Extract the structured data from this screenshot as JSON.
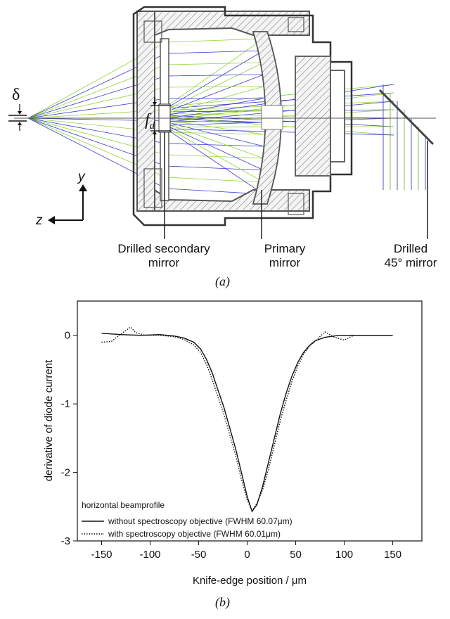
{
  "panel_a": {
    "label": "(a)",
    "delta_symbol": "δ",
    "focal_symbol": "f",
    "focal_subscript": "d",
    "axis_y": "y",
    "axis_z": "z",
    "callouts": [
      {
        "line1": "Drilled secondary",
        "line2": "mirror"
      },
      {
        "line1": "Primary",
        "line2": "mirror"
      },
      {
        "line1": "Drilled",
        "line2": "45° mirror"
      }
    ],
    "colors": {
      "ray_green": "#8fd43a",
      "ray_blue": "#3a3ad0",
      "housing": "#555555",
      "hatch": "#9a9a9a"
    }
  },
  "panel_b": {
    "label": "(b)",
    "chart_data": {
      "type": "line",
      "xlabel": "Knife-edge position / μm",
      "ylabel": "derivative of diode current",
      "xlim": [
        -175,
        180
      ],
      "ylim": [
        -3,
        0.5
      ],
      "xticks": [
        -150,
        -100,
        -50,
        0,
        50,
        100,
        150
      ],
      "yticks": [
        0,
        -1,
        -2,
        -3
      ],
      "xtick_labels": [
        "-150",
        "-100",
        "-50",
        "0",
        "50",
        "100",
        "150"
      ],
      "ytick_labels": [
        "0",
        "-1",
        "-2",
        "-3"
      ],
      "legend_title": "horizontal beamprofile",
      "legend_position": "bottom-left",
      "series": [
        {
          "name": "without spectroscopy objective (FWHM 60.07μm)",
          "style": "solid",
          "x": [
            -150,
            -130,
            -110,
            -90,
            -75,
            -65,
            -55,
            -48,
            -42,
            -36,
            -30,
            -24,
            -18,
            -12,
            -6,
            0,
            5,
            10,
            16,
            22,
            28,
            34,
            40,
            46,
            52,
            58,
            64,
            70,
            80,
            95,
            110,
            130,
            150
          ],
          "y": [
            0.03,
            0.01,
            0.0,
            0.01,
            -0.01,
            -0.04,
            -0.1,
            -0.2,
            -0.35,
            -0.55,
            -0.8,
            -1.05,
            -1.35,
            -1.65,
            -2.0,
            -2.35,
            -2.57,
            -2.47,
            -2.2,
            -1.85,
            -1.5,
            -1.15,
            -0.85,
            -0.6,
            -0.4,
            -0.25,
            -0.15,
            -0.08,
            -0.03,
            0.0,
            0.0,
            0.0,
            0.0
          ]
        },
        {
          "name": "with spectroscopy objective (FWHM 60.01μm)",
          "style": "dotted",
          "x": [
            -150,
            -140,
            -130,
            -125,
            -120,
            -115,
            -105,
            -90,
            -75,
            -65,
            -55,
            -48,
            -42,
            -36,
            -30,
            -24,
            -18,
            -12,
            -6,
            0,
            5,
            10,
            16,
            22,
            28,
            34,
            40,
            46,
            52,
            58,
            64,
            72,
            80,
            90,
            100,
            110,
            125,
            150
          ],
          "y": [
            -0.1,
            -0.09,
            0.02,
            0.07,
            0.12,
            0.04,
            0.0,
            0.0,
            -0.02,
            -0.06,
            -0.14,
            -0.25,
            -0.42,
            -0.65,
            -0.9,
            -1.15,
            -1.45,
            -1.75,
            -2.1,
            -2.4,
            -2.56,
            -2.45,
            -2.25,
            -1.95,
            -1.6,
            -1.25,
            -0.95,
            -0.68,
            -0.45,
            -0.28,
            -0.16,
            -0.06,
            0.05,
            -0.03,
            -0.07,
            0.0,
            0.0,
            0.0
          ]
        }
      ]
    }
  }
}
